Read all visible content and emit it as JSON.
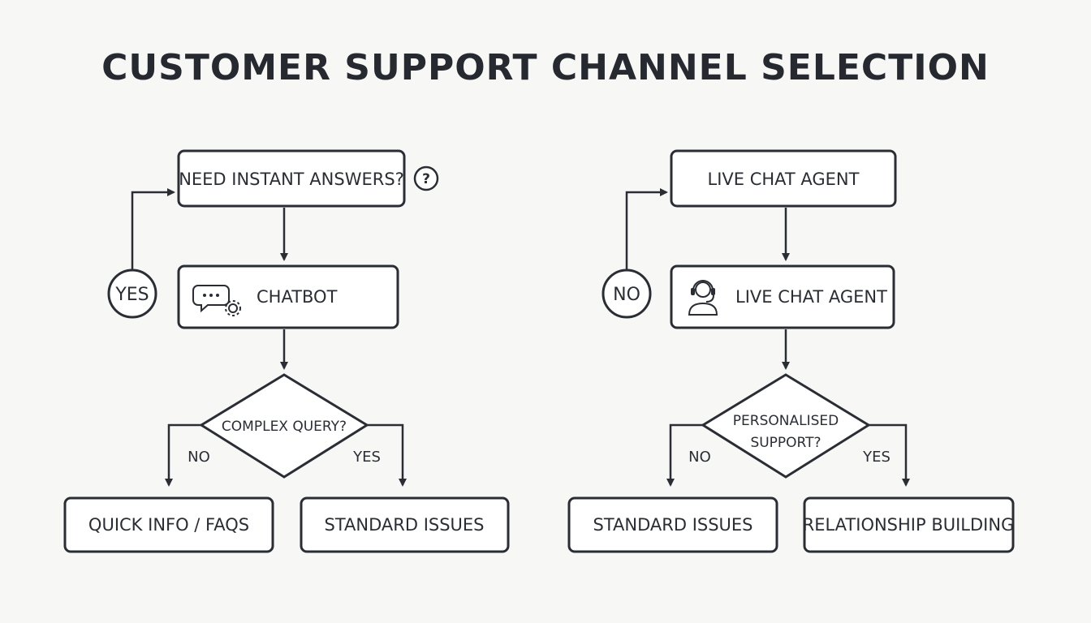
{
  "title": "CUSTOMER SUPPORT CHANNEL SELECTION",
  "left_flow": {
    "top_node": "NEED INSTANT ANSWERS?",
    "help_symbol": "?",
    "entry_circle": "YES",
    "channel_node": "CHATBOT",
    "channel_icon": "chatbot-gear-icon",
    "decision_lines": [
      "COMPLEX QUERY?"
    ],
    "no_label": "NO",
    "yes_label": "YES",
    "outcome_no": "QUICK INFO / FAQS",
    "outcome_yes": "STANDARD ISSUES"
  },
  "right_flow": {
    "top_node": "LIVE CHAT AGENT",
    "entry_circle": "NO",
    "channel_node": "LIVE CHAT AGENT",
    "channel_icon": "headset-agent-icon",
    "decision_lines": [
      "PERSONALISED",
      "SUPPORT?"
    ],
    "no_label": "NO",
    "yes_label": "YES",
    "outcome_no": "STANDARD ISSUES",
    "outcome_yes": "RELATIONSHIP BUILDING"
  },
  "colors": {
    "ink": "#2a2e34",
    "background": "#f7f7f6",
    "node_fill": "#ffffff"
  }
}
